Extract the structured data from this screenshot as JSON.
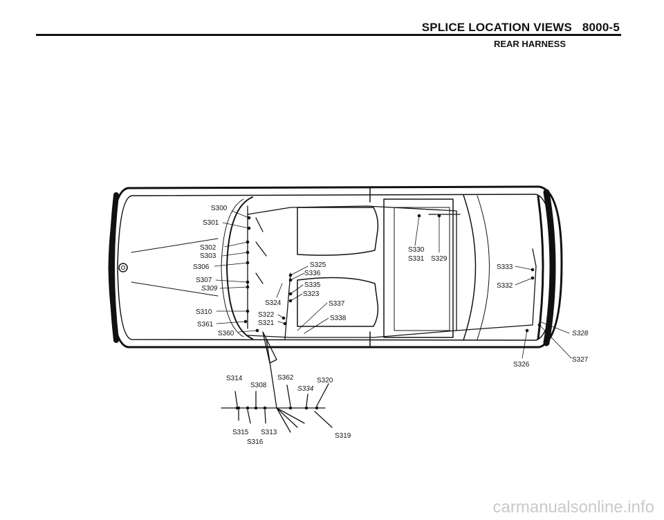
{
  "header": {
    "title": "SPLICE LOCATION VIEWS",
    "page": "8000-5",
    "subtitle": "REAR HARNESS"
  },
  "watermark": "carmanualsonline.info",
  "splices": [
    {
      "id": "s300",
      "text": "S300"
    },
    {
      "id": "s301",
      "text": "S301"
    },
    {
      "id": "s302",
      "text": "S302"
    },
    {
      "id": "s303",
      "text": "S303"
    },
    {
      "id": "s306",
      "text": "S306"
    },
    {
      "id": "s307",
      "text": "S307"
    },
    {
      "id": "s309",
      "text": "S309"
    },
    {
      "id": "s310",
      "text": "S310"
    },
    {
      "id": "s361",
      "text": "S361"
    },
    {
      "id": "s360",
      "text": "S360"
    },
    {
      "id": "s324",
      "text": "S324"
    },
    {
      "id": "s322",
      "text": "S322"
    },
    {
      "id": "s321",
      "text": "S321"
    },
    {
      "id": "s325",
      "text": "S325"
    },
    {
      "id": "s336",
      "text": "S336"
    },
    {
      "id": "s335",
      "text": "S335"
    },
    {
      "id": "s323",
      "text": "S323"
    },
    {
      "id": "s337",
      "text": "S337"
    },
    {
      "id": "s338",
      "text": "S338"
    },
    {
      "id": "s330",
      "text": "S330"
    },
    {
      "id": "s331",
      "text": "S331"
    },
    {
      "id": "s329",
      "text": "S329"
    },
    {
      "id": "s333",
      "text": "S333"
    },
    {
      "id": "s332",
      "text": "S332"
    },
    {
      "id": "s328",
      "text": "S328"
    },
    {
      "id": "s326",
      "text": "S326"
    },
    {
      "id": "s327",
      "text": "S327"
    },
    {
      "id": "s314",
      "text": "S314"
    },
    {
      "id": "s308",
      "text": "S308"
    },
    {
      "id": "s362",
      "text": "S362"
    },
    {
      "id": "s334",
      "text": "S334"
    },
    {
      "id": "s320",
      "text": "S320"
    },
    {
      "id": "s315",
      "text": "S315"
    },
    {
      "id": "s313",
      "text": "S313"
    },
    {
      "id": "s316",
      "text": "S316"
    },
    {
      "id": "s319",
      "text": "S319"
    }
  ]
}
